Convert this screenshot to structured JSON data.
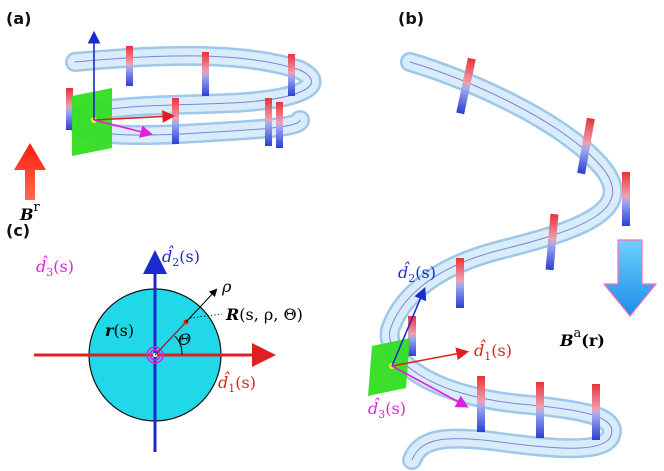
{
  "panels": {
    "a": {
      "label": "(a)",
      "field_symbol": "B",
      "field_superscript": "r"
    },
    "b": {
      "label": "(b)",
      "field_symbol": "B",
      "field_superscript": "a",
      "field_argument": "(r)",
      "d1_label": "d̂",
      "d1_sub": "1",
      "d1_arg": "(s)",
      "d2_label": "d̂",
      "d2_sub": "2",
      "d2_arg": "(s)",
      "d3_label": "d̂",
      "d3_sub": "3",
      "d3_arg": "(s)"
    },
    "c": {
      "label": "(c)",
      "d1_label": "d̂",
      "d1_sub": "1",
      "d1_arg": "(s)",
      "d2_label": "d̂",
      "d2_sub": "2",
      "d2_arg": "(s)",
      "d3_label": "d̂",
      "d3_sub": "3",
      "d3_arg": "(s)",
      "r_label": "r",
      "r_arg": "(s)",
      "rho_label": "ρ",
      "R_label": "R",
      "R_arg": "(s, ρ, Θ)",
      "theta_label": "Θ"
    }
  },
  "colors": {
    "tube": "#cfe6f7",
    "tube_edge": "#9ec7ea",
    "magnet_red": "#e8323c",
    "magnet_blue": "#2a3fd6",
    "d1": "#e02020",
    "d2": "#1a2acf",
    "d3": "#e020e0",
    "disk": "#20d8e8",
    "plane": "#33dd22",
    "field_red": "#ff2a1a",
    "field_blue": "#19a0ee"
  },
  "icons": [
    "down-arrow-icon",
    "up-arrow-icon"
  ]
}
